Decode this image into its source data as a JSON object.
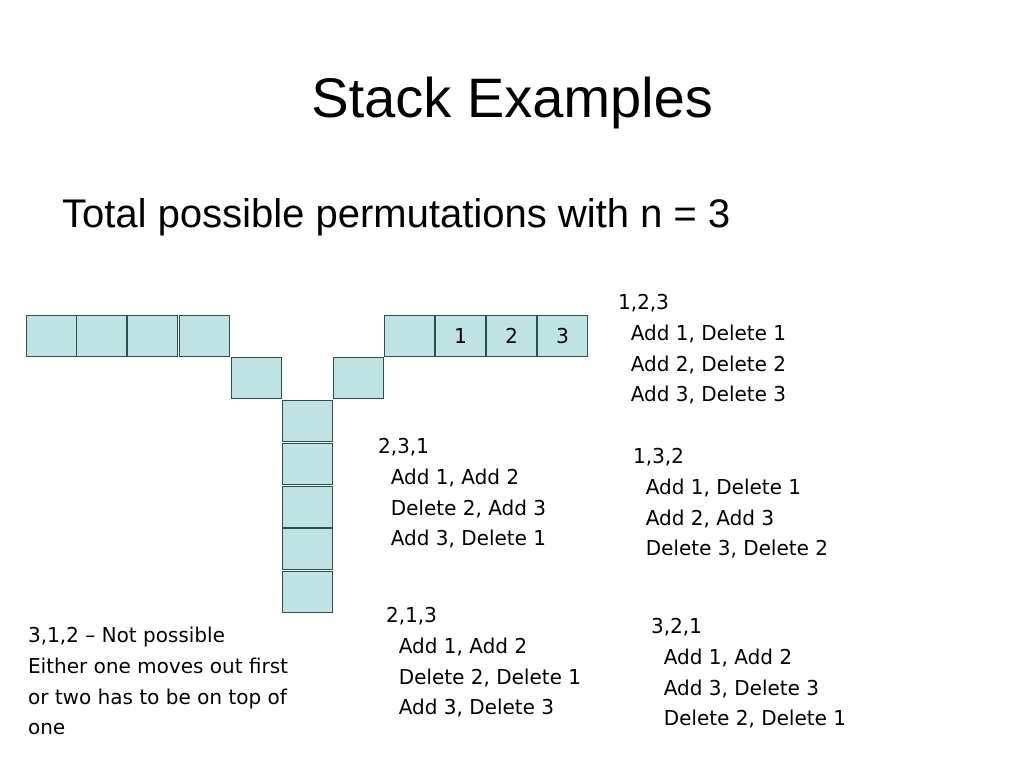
{
  "slide": {
    "title": "Stack Examples",
    "subtitle": "Total possible permutations with n = 3"
  },
  "diagram": {
    "cell_color": "#bfe3e5",
    "border_color": "#2f4f4f",
    "input_cells": [
      "1",
      "2",
      "3"
    ]
  },
  "examples": [
    {
      "heading": "1,2,3",
      "steps": [
        "Add 1, Delete 1",
        "Add 2, Delete 2",
        "Add 3, Delete 3"
      ]
    },
    {
      "heading": "2,3,1",
      "steps": [
        "Add 1, Add 2",
        "Delete 2, Add 3",
        "Add 3, Delete 1"
      ]
    },
    {
      "heading": "1,3,2",
      "steps": [
        "Add 1, Delete 1",
        "Add 2, Add 3",
        "Delete 3, Delete 2"
      ]
    },
    {
      "heading": "2,1,3",
      "steps": [
        "Add 1, Add 2",
        "Delete 2, Delete 1",
        "Add 3, Delete 3"
      ]
    },
    {
      "heading": "3,2,1",
      "steps": [
        "Add 1, Add 2",
        "Add 3, Delete 3",
        "Delete 2, Delete 1"
      ]
    },
    {
      "heading": "3,1,2 – Not possible",
      "steps": [
        "Either one moves out first",
        "or two has to be on top of",
        "one"
      ]
    }
  ]
}
